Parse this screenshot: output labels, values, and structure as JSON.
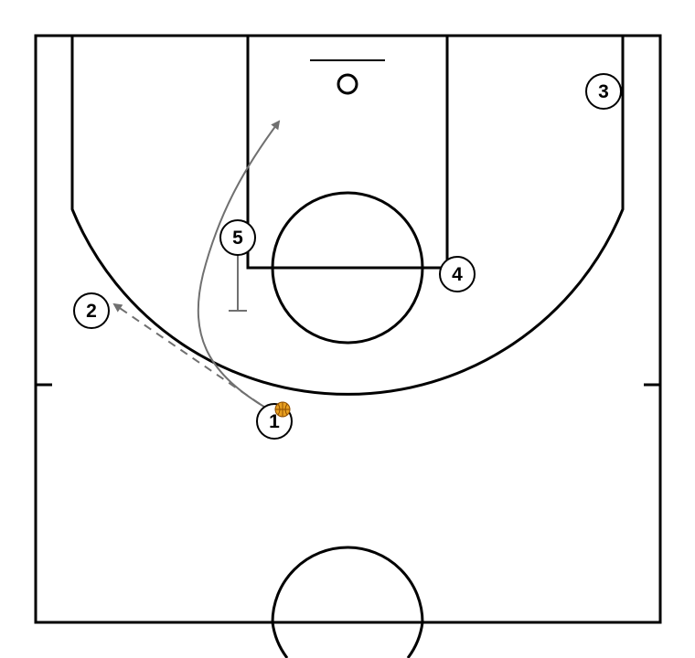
{
  "diagram": {
    "colors": {
      "background": "#ffffff",
      "court_lines": "#000000",
      "action_lines": "#707070",
      "ball": "#e8a020",
      "ball_seams": "#8a4a00"
    },
    "players": [
      {
        "id": "p1",
        "number": "1",
        "has_ball": true
      },
      {
        "id": "p2",
        "number": "2"
      },
      {
        "id": "p3",
        "number": "3"
      },
      {
        "id": "p4",
        "number": "4"
      },
      {
        "id": "p5",
        "number": "5"
      }
    ],
    "actions": [
      {
        "type": "pass",
        "from": "1",
        "to": "2",
        "style": "dashed-arrow"
      },
      {
        "type": "cut",
        "player": "1",
        "style": "solid-arrow",
        "toward": "basket"
      },
      {
        "type": "screen",
        "player": "5",
        "style": "screen-bar"
      }
    ]
  }
}
